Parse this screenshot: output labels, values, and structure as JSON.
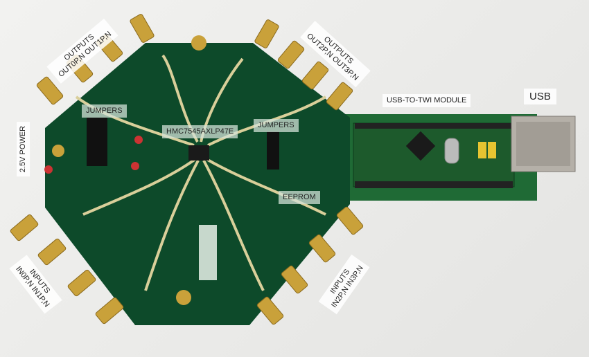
{
  "colors": {
    "pcb": "#0d4a2a",
    "trace": "#d9cf9a",
    "gold": "#c9a13a",
    "module": "#1d5a2c",
    "usb": "#b5b0a8"
  },
  "labels": {
    "outputs_left": {
      "title": "OUTPUTS",
      "sub": "OUT0P,N OUT1P,N"
    },
    "outputs_right": {
      "title": "OUTPUTS",
      "sub": "OUT2P,N OUT3P,N"
    },
    "usb_module": "USB-TO-TWI  MODULE",
    "usb": "USB",
    "jumpers_left": "JUMPERS",
    "jumpers_right": "JUMPERS",
    "chip": "HMC7545AXLP47E",
    "power": "2.5V POWER",
    "eeprom": "EEPROM",
    "inputs_left": {
      "title": "INPUTS",
      "sub": "IN0P,N IN1P,N"
    },
    "inputs_right": {
      "title": "INPUTS",
      "sub": "IN2P,N IN3P,N"
    }
  }
}
